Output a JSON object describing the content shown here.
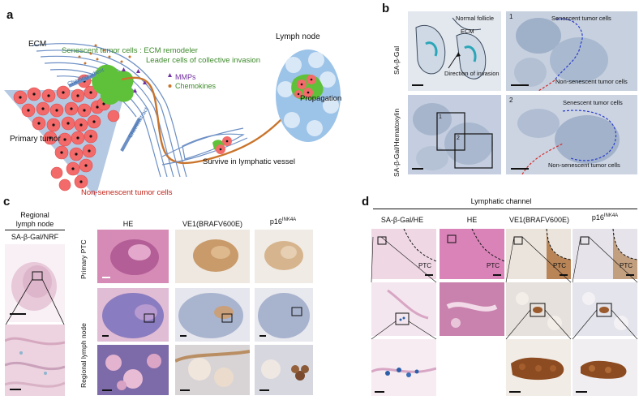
{
  "panels": {
    "a": {
      "letter": "a",
      "ecm": "ECM",
      "senescent_line1": "Senescent tumor cells : ECM remodeler",
      "senescent_line2": "Leader cells of collective invasion",
      "chemogradient": "Chemogradient",
      "chemoattract": "Chemoattract",
      "mmps": "MMPs",
      "chemokines": "Chemokines",
      "lymph_node": "Lymph node",
      "propagation": "Propagation",
      "primary_tumor": "Primary tumor",
      "survive": "Survive in lymphatic vessel",
      "non_senescent": "Non-senescent tumor cells",
      "colors": {
        "senescent_text": "#3d8a2b",
        "non_senescent_text": "#c2241a",
        "mmps_text": "#7030a0",
        "tumor_cell": "#f26a6a",
        "senescent_cell": "#5fc13a",
        "node": "#9cc3e8",
        "arrow": "#c9742c"
      }
    },
    "b": {
      "letter": "b",
      "row1_label": "SA-β-Gal",
      "row2_label": "SA-β-Gal/Hematoxylin",
      "normal_follicle": "Normal follicle",
      "ecm": "ECM",
      "direction": "Direction of invasion",
      "box1": "1",
      "box2": "2",
      "tile1_num": "1",
      "tile1_top": "Senescent tumor cells",
      "tile1_bottom": "Non-senescent tumor cells",
      "tile2_num": "2",
      "tile2_top": "Senescent tumor cells",
      "tile2_bottom": "Non-senescent tumor cells"
    },
    "c": {
      "letter": "c",
      "regional_title_1": "Regional",
      "regional_title_2": "lymph node",
      "stain_label": "SA-β-Gal/NRF",
      "col_he": "HE",
      "col_ve1": "VE1(BRAFV600E)",
      "col_p16_base": "p16",
      "col_p16_sup": "INK4A",
      "row_primary": "Primary PTC",
      "row_regional": "Regional lymph node"
    },
    "d": {
      "letter": "d",
      "title": "Lymphatic channel",
      "col_sa": "SA-β-Gal/HE",
      "col_he": "HE",
      "col_ve1": "VE1(BRAFV600E)",
      "col_p16_base": "p16",
      "col_p16_sup": "INK4A",
      "ptc": "PTC"
    }
  }
}
